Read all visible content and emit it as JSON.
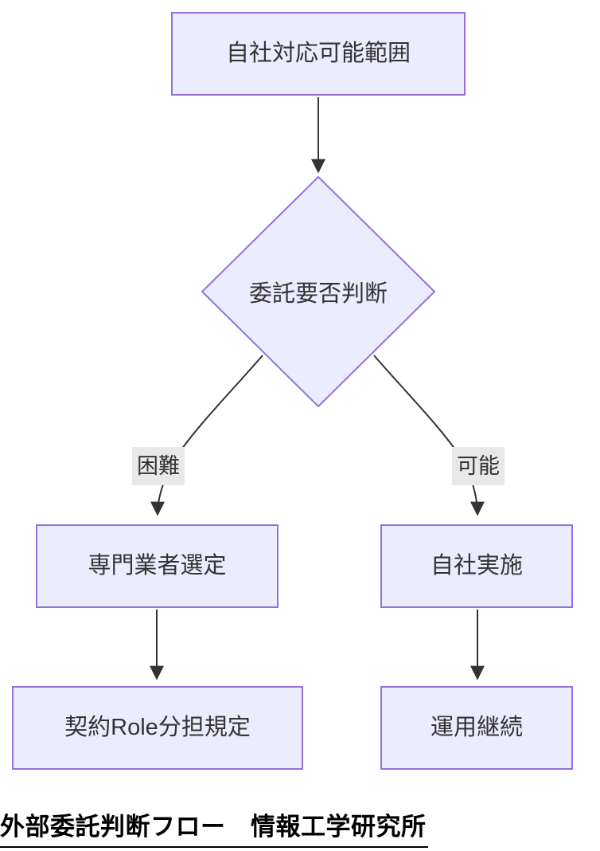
{
  "diagram": {
    "type": "flowchart",
    "direction": "top-down",
    "nodes": {
      "scope": {
        "label": "自社対応可能範囲",
        "shape": "rect"
      },
      "decision": {
        "label": "委託要否判断",
        "shape": "diamond"
      },
      "vendor": {
        "label": "専門業者選定",
        "shape": "rect"
      },
      "inhouse": {
        "label": "自社実施",
        "shape": "rect"
      },
      "contract": {
        "label": "契約Role分担規定",
        "shape": "rect"
      },
      "operate": {
        "label": "運用継続",
        "shape": "rect"
      }
    },
    "edges": [
      {
        "from": "scope",
        "to": "decision",
        "label": ""
      },
      {
        "from": "decision",
        "to": "vendor",
        "label": "困難"
      },
      {
        "from": "decision",
        "to": "inhouse",
        "label": "可能"
      },
      {
        "from": "vendor",
        "to": "contract",
        "label": ""
      },
      {
        "from": "inhouse",
        "to": "operate",
        "label": ""
      }
    ],
    "caption": "外部委託判断フロー　情報工学研究所",
    "colors": {
      "node_fill": "#ECECFF",
      "node_border": "#9370DB",
      "edge": "#333333",
      "edge_label_bg": "#e8e8e8",
      "node_text": "#333333",
      "caption_text": "#000000"
    }
  }
}
